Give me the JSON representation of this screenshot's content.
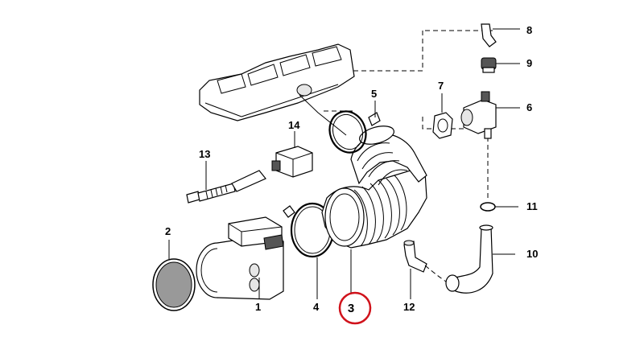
{
  "diagram": {
    "highlight_color": "#d0121b",
    "highlighted_callout": "3",
    "callouts": {
      "p1": "1",
      "p2": "2",
      "p3": "3",
      "p4": "4",
      "p5": "5",
      "p6": "6",
      "p7": "7",
      "p8": "8",
      "p9": "9",
      "p10": "10",
      "p11": "11",
      "p12": "12",
      "p13": "13",
      "p14": "14"
    }
  }
}
